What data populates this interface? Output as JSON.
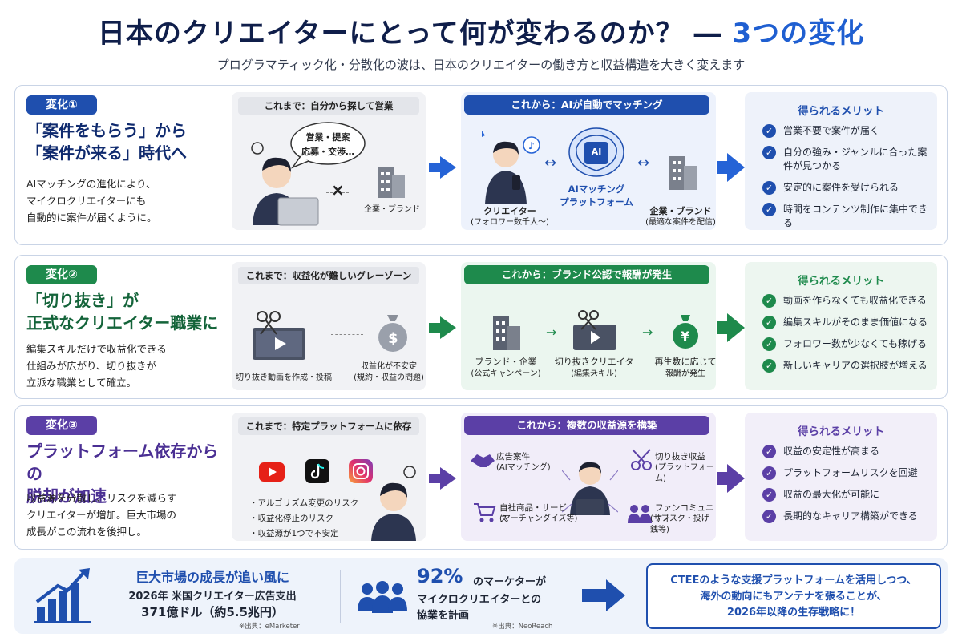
{
  "header": {
    "title_main": "日本のクリエイターにとって何が変わるのか？ ― ",
    "title_accent": "3つの変化",
    "subtitle": "プログラマティック化・分散化の波は、日本のクリエイターの働き方と収益構造を大きく変えます"
  },
  "colors": {
    "blue": "#1f4fae",
    "green": "#1e8a4c",
    "purple": "#5b3fa6",
    "navy": "#0f1e4a"
  },
  "rows": [
    {
      "badge": "変化①",
      "headline1": "「案件をもらう」から",
      "headline2": "「案件が来る」時代へ",
      "desc1": "AIマッチングの進化により、",
      "desc2": "マイクロクリエイターにも",
      "desc3": "自動的に案件が届くように。",
      "before_caption": "これまで：自分から探して営業",
      "bubble1": "営業・提案",
      "bubble2": "応募・交渉…",
      "before_label": "企業・ブランド",
      "after_caption": "これから：AIが自動でマッチング",
      "creator_label": "クリエイター",
      "creator_sub": "(フォロワー数千人〜)",
      "platform1": "AIマッチング",
      "platform2": "プラットフォーム",
      "ai_chip": "AI",
      "company_label": "企業・ブランド",
      "company_sub": "(最適な案件を配信)",
      "benefit_caption": "得られるメリット",
      "benefits": [
        "営業不要で案件が届く",
        "自分の強み・ジャンルに合った案件が見つかる",
        "安定的に案件を受けられる",
        "時間をコンテンツ制作に集中できる"
      ]
    },
    {
      "badge": "変化②",
      "headline1": "「切り抜き」が",
      "headline2": "正式なクリエイター職業に",
      "desc1": "編集スキルだけで収益化できる",
      "desc2": "仕組みが広がり、切り抜きが",
      "desc3": "立派な職業として確立。",
      "before_caption": "これまで：収益化が難しいグレーゾーン",
      "before_left": "切り抜き動画を作成・投稿",
      "before_right1": "収益化が不安定",
      "before_right2": "(規約・収益の問題)",
      "after_caption": "これから：ブランド公認で報酬が発生",
      "step1": "ブランド・企業",
      "step1_sub": "(公式キャンペーン)",
      "step2": "切り抜きクリエイター",
      "step2_sub": "(編集スキル)",
      "step3": "再生数に応じて",
      "step3_sub": "報酬が発生",
      "benefit_caption": "得られるメリット",
      "benefits": [
        "動画を作らなくても収益化できる",
        "編集スキルがそのまま価値になる",
        "フォロワー数が少なくても稼げる",
        "新しいキャリアの選択肢が増える"
      ]
    },
    {
      "badge": "変化③",
      "headline1": "プラットフォーム依存からの",
      "headline2": "脱却が加速",
      "desc1": "収益源を分散し、リスクを減らす",
      "desc2": "クリエイターが増加。巨大市場の",
      "desc3": "成長がこの流れを後押し。",
      "before_caption": "これまで：特定プラットフォームに依存",
      "risks": [
        "・アルゴリズム変更のリスク",
        "・収益化停止のリスク",
        "・収益源が1つで不安定"
      ],
      "after_caption": "これから：複数の収益源を構築",
      "src1": "広告案件",
      "src1_sub": "(AIマッチング)",
      "src2": "切り抜き収益",
      "src2_sub": "(プラットフォーム)",
      "src3": "自社商品・サービス",
      "src3_sub": "(マーチャンダイズ等)",
      "src4": "ファンコミュニティ",
      "src4_sub": "(サブスク・投げ銭等)",
      "benefit_caption": "得られるメリット",
      "benefits": [
        "収益の安定性が高まる",
        "プラットフォームリスクを回避",
        "収益の最大化が可能に",
        "長期的なキャリア構築ができる"
      ]
    }
  ],
  "bottom": {
    "market_title": "巨大市場の成長が追い風に",
    "market_line1": "2026年 米国クリエイター広告支出",
    "market_line2": "371億ドル（約5.5兆円）",
    "market_source": "※出典：eMarketer",
    "stat_value": "92%",
    "stat_line1": "のマーケターが",
    "stat_line2": "マイクロクリエイターとの",
    "stat_line3": "協業を計画",
    "stat_source": "※出典：NeoReach",
    "cta1": "CTEEのような支援プラットフォームを活用しつつ、",
    "cta2": "海外の動向にもアンテナを張ることが、",
    "cta3": "2026年以降の生存戦略に！"
  }
}
